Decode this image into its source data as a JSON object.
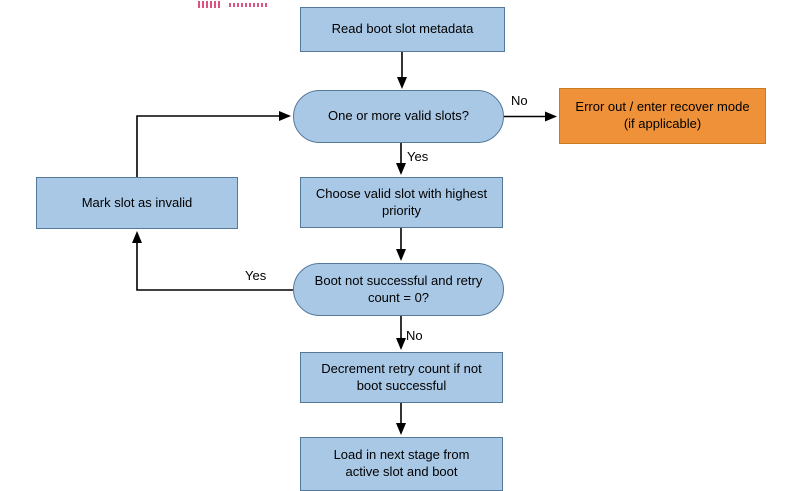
{
  "diagram": {
    "nodes": {
      "read_metadata": {
        "label": "Read boot slot metadata",
        "shape": "process"
      },
      "valid_slots": {
        "label": "One or more valid slots?",
        "shape": "decision"
      },
      "error_out": {
        "label": "Error out / enter recover mode (if applicable)",
        "shape": "process"
      },
      "choose_slot": {
        "label": "Choose valid slot with highest priority",
        "shape": "process"
      },
      "mark_invalid": {
        "label": "Mark slot as invalid",
        "shape": "process"
      },
      "boot_check": {
        "label": "Boot not successful and retry count = 0?",
        "shape": "decision"
      },
      "decrement": {
        "label": "Decrement retry count if not boot successful",
        "shape": "process"
      },
      "load_next": {
        "label": "Load in next stage from active slot and boot",
        "shape": "process"
      }
    },
    "edge_labels": {
      "no_to_error": "No",
      "yes_to_choose": "Yes",
      "yes_to_mark": "Yes",
      "no_to_decrement": "No"
    }
  },
  "colors": {
    "node_fill": "#a9c8e5",
    "node_border": "#54799b",
    "error_fill": "#ef9138",
    "error_border": "#c97a22",
    "arrow_color": "#000000"
  }
}
